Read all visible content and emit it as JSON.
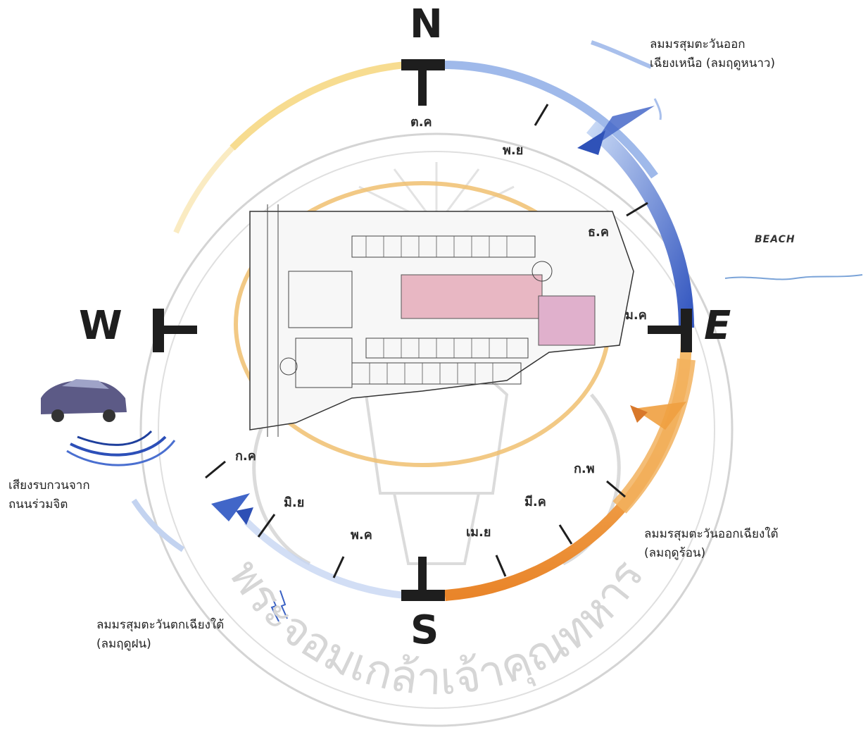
{
  "compass": {
    "north": "N",
    "south": "S",
    "east": "E",
    "west": "W"
  },
  "months": {
    "oct": "ต.ค",
    "nov": "พ.ย",
    "dec": "ธ.ค",
    "jan": "ม.ค",
    "feb": "ก.พ",
    "mar": "มี.ค",
    "apr": "เม.ย",
    "may": "พ.ค",
    "jun": "มิ.ย",
    "jul": "ก.ค"
  },
  "labels": {
    "northeast_wind": [
      "ลมมรสุมตะวันออก",
      "เฉียงเหนือ (ลมฤดูหนาว)"
    ],
    "beach": "BEACH",
    "southeast_wind": [
      "ลมมรสุมตะวันออกเฉียงใต้",
      "(ลมฤดูร้อน)"
    ],
    "traffic_noise": [
      "เสียงรบกวนจาก",
      "ถนนร่วมจิต"
    ],
    "southwest_wind": [
      "ลมมรสุมตะวันตกเฉียงใต้",
      "(ลมฤดูฝน)"
    ]
  },
  "watermark": {
    "bottom_text": "พระจอมเกล้าเจ้าคุณทหาร"
  },
  "colors": {
    "cool_blue": "#3b62c4",
    "light_blue": "#a9c4ee",
    "warm_orange": "#f0a048",
    "warm_yellow": "#f5d27a",
    "ink": "#1e1e1e"
  }
}
